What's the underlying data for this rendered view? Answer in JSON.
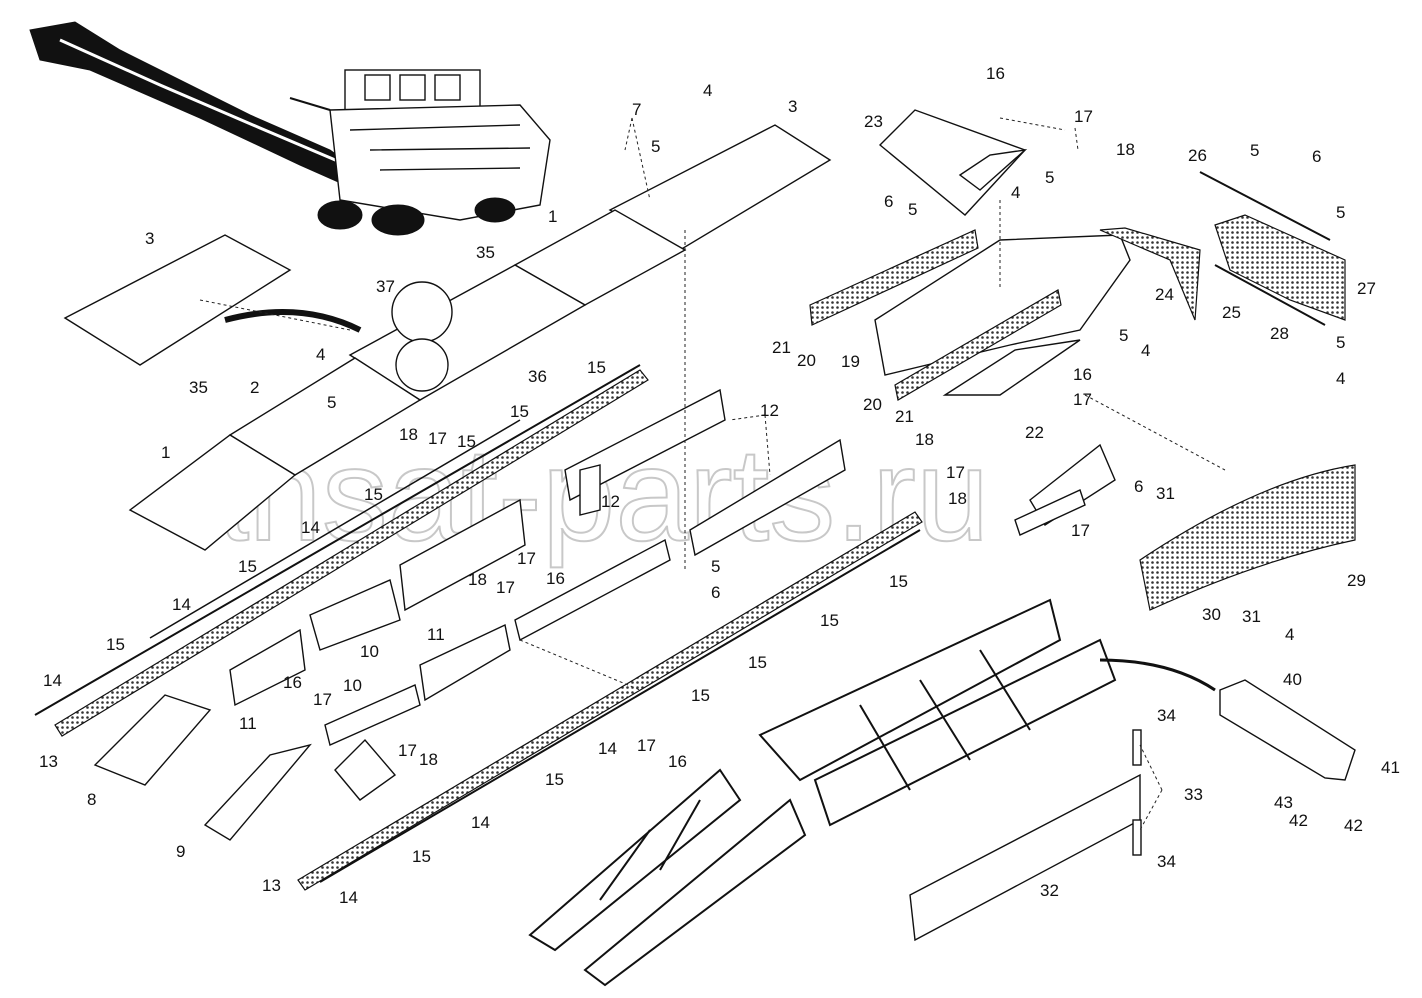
{
  "watermark": "ansat-parts.ru",
  "callouts": [
    {
      "id": "c3a",
      "text": "3"
    },
    {
      "id": "c4a",
      "text": "4"
    },
    {
      "id": "c5a",
      "text": "5"
    },
    {
      "id": "c7",
      "text": "7"
    },
    {
      "id": "c3b",
      "text": "3"
    },
    {
      "id": "c1a",
      "text": "1"
    },
    {
      "id": "c35a",
      "text": "35"
    },
    {
      "id": "c37",
      "text": "37"
    },
    {
      "id": "c36",
      "text": "36"
    },
    {
      "id": "c4b",
      "text": "4"
    },
    {
      "id": "c35b",
      "text": "35"
    },
    {
      "id": "c2",
      "text": "2"
    },
    {
      "id": "c5b",
      "text": "5"
    },
    {
      "id": "c1b",
      "text": "1"
    },
    {
      "id": "c15a",
      "text": "15"
    },
    {
      "id": "c15b",
      "text": "15"
    },
    {
      "id": "c15c",
      "text": "15"
    },
    {
      "id": "c18a",
      "text": "18"
    },
    {
      "id": "c17a",
      "text": "17"
    },
    {
      "id": "c15d",
      "text": "15"
    },
    {
      "id": "c14a",
      "text": "14"
    },
    {
      "id": "c15e",
      "text": "15"
    },
    {
      "id": "c14b",
      "text": "14"
    },
    {
      "id": "c15f",
      "text": "15"
    },
    {
      "id": "c14c",
      "text": "14"
    },
    {
      "id": "c13a",
      "text": "13"
    },
    {
      "id": "c12a",
      "text": "12"
    },
    {
      "id": "c12b",
      "text": "12"
    },
    {
      "id": "c17b",
      "text": "17"
    },
    {
      "id": "c16a",
      "text": "16"
    },
    {
      "id": "c18b",
      "text": "18"
    },
    {
      "id": "c17c",
      "text": "17"
    },
    {
      "id": "c10a",
      "text": "10"
    },
    {
      "id": "c11a",
      "text": "11"
    },
    {
      "id": "c5c",
      "text": "5"
    },
    {
      "id": "c6a",
      "text": "6"
    },
    {
      "id": "c11b",
      "text": "11"
    },
    {
      "id": "c16b",
      "text": "16"
    },
    {
      "id": "c17d",
      "text": "17"
    },
    {
      "id": "c10b",
      "text": "10"
    },
    {
      "id": "c8",
      "text": "8"
    },
    {
      "id": "c9",
      "text": "9"
    },
    {
      "id": "c17e",
      "text": "17"
    },
    {
      "id": "c18c",
      "text": "18"
    },
    {
      "id": "c15g",
      "text": "15"
    },
    {
      "id": "c15h",
      "text": "15"
    },
    {
      "id": "c15i",
      "text": "15"
    },
    {
      "id": "c15j",
      "text": "15"
    },
    {
      "id": "c14d",
      "text": "14"
    },
    {
      "id": "c17f",
      "text": "17"
    },
    {
      "id": "c16c",
      "text": "16"
    },
    {
      "id": "c15k",
      "text": "15"
    },
    {
      "id": "c14e",
      "text": "14"
    },
    {
      "id": "c15l",
      "text": "15"
    },
    {
      "id": "c13b",
      "text": "13"
    },
    {
      "id": "c14f",
      "text": "14"
    },
    {
      "id": "c16d",
      "text": "16"
    },
    {
      "id": "c17g",
      "text": "17"
    },
    {
      "id": "c23",
      "text": "23"
    },
    {
      "id": "c18d",
      "text": "18"
    },
    {
      "id": "c5d",
      "text": "5"
    },
    {
      "id": "c4c",
      "text": "4"
    },
    {
      "id": "c6b",
      "text": "6"
    },
    {
      "id": "c5e",
      "text": "5"
    },
    {
      "id": "c26",
      "text": "26"
    },
    {
      "id": "c5f",
      "text": "5"
    },
    {
      "id": "c6c",
      "text": "6"
    },
    {
      "id": "c5g",
      "text": "5"
    },
    {
      "id": "c27",
      "text": "27"
    },
    {
      "id": "c24",
      "text": "24"
    },
    {
      "id": "c25",
      "text": "25"
    },
    {
      "id": "c28",
      "text": "28"
    },
    {
      "id": "c5h",
      "text": "5"
    },
    {
      "id": "c4d",
      "text": "4"
    },
    {
      "id": "c21a",
      "text": "21"
    },
    {
      "id": "c20a",
      "text": "20"
    },
    {
      "id": "c19",
      "text": "19"
    },
    {
      "id": "c5i",
      "text": "5"
    },
    {
      "id": "c4e",
      "text": "4"
    },
    {
      "id": "c16e",
      "text": "16"
    },
    {
      "id": "c20b",
      "text": "20"
    },
    {
      "id": "c21b",
      "text": "21"
    },
    {
      "id": "c17h",
      "text": "17"
    },
    {
      "id": "c18e",
      "text": "18"
    },
    {
      "id": "c22",
      "text": "22"
    },
    {
      "id": "c17i",
      "text": "17"
    },
    {
      "id": "c18f",
      "text": "18"
    },
    {
      "id": "c17j",
      "text": "17"
    },
    {
      "id": "c6d",
      "text": "6"
    },
    {
      "id": "c31a",
      "text": "31"
    },
    {
      "id": "c29",
      "text": "29"
    },
    {
      "id": "c30",
      "text": "30"
    },
    {
      "id": "c31b",
      "text": "31"
    },
    {
      "id": "c4f",
      "text": "4"
    },
    {
      "id": "c40",
      "text": "40"
    },
    {
      "id": "c34a",
      "text": "34"
    },
    {
      "id": "c33",
      "text": "33"
    },
    {
      "id": "c41",
      "text": "41"
    },
    {
      "id": "c43",
      "text": "43"
    },
    {
      "id": "c42a",
      "text": "42"
    },
    {
      "id": "c42b",
      "text": "42"
    },
    {
      "id": "c34b",
      "text": "34"
    },
    {
      "id": "c32",
      "text": "32"
    }
  ]
}
